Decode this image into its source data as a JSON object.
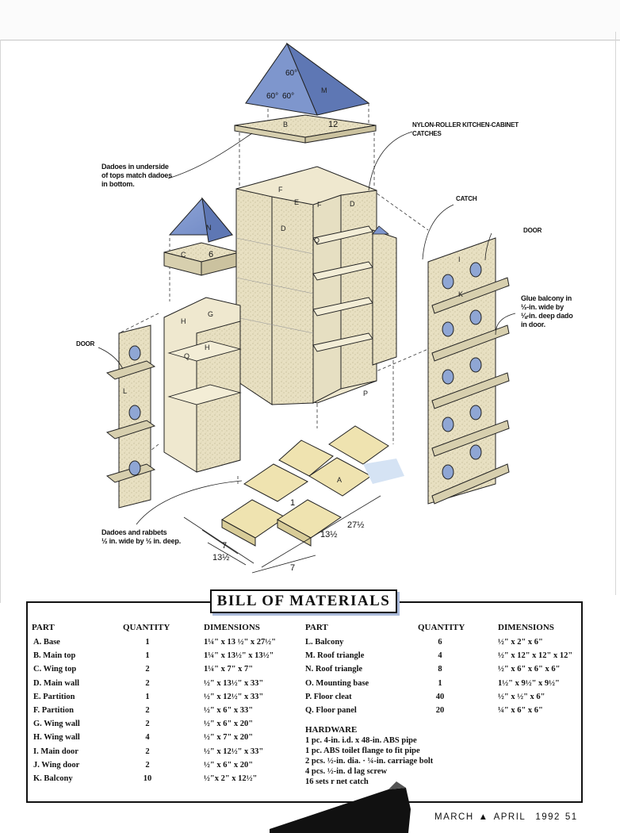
{
  "callouts": {
    "dadoes_top": [
      "Dadoes in underside",
      "of tops match dadoes",
      "in bottom."
    ],
    "nylon": [
      "NYLON-ROLLER KITCHEN-CABINET",
      "CATCHES"
    ],
    "catch": "CATCH",
    "door_right": "DOOR",
    "door_left": "DOOR",
    "glue": [
      "Glue balcony in",
      "½-in. wide by",
      "⅛-in. deep dado",
      "in door."
    ],
    "dadoes_rabbets": [
      "Dadoes and rabbets",
      "½ in. wide by ½ in. deep."
    ]
  },
  "dimensions": {
    "roof_12": "12",
    "wing_6": "6",
    "angle_top": "60°",
    "angle_left": "60°",
    "angle_right": "60°",
    "base_1": "1",
    "base_27": "27½",
    "base_13a": "13½",
    "base_13b": "13½",
    "base_7a": "7",
    "base_7b": "7"
  },
  "part_letters": [
    "M",
    "B",
    "N",
    "C",
    "F",
    "E",
    "F",
    "D",
    "D",
    "Q",
    "H",
    "G",
    "H",
    "Q",
    "I",
    "K",
    "L",
    "P",
    "A"
  ],
  "bom": {
    "title": "BILL OF MATERIALS",
    "headers": {
      "part": "PART",
      "quantity": "QUANTITY",
      "dimensions": "DIMENSIONS"
    },
    "left": [
      {
        "part": "A. Base",
        "qty": "1",
        "dims": "1¼\" x 13 ½\" x 27½\""
      },
      {
        "part": "B. Main top",
        "qty": "1",
        "dims": "1¼\" x 13½\" x 13½\""
      },
      {
        "part": "C. Wing top",
        "qty": "2",
        "dims": "1¼\" x 7\" x 7\""
      },
      {
        "part": "D. Main wall",
        "qty": "2",
        "dims": "½\" x 13½\" x 33\""
      },
      {
        "part": "E. Partition",
        "qty": "1",
        "dims": "½\" x 12½\" x 33\""
      },
      {
        "part": "F. Partition",
        "qty": "2",
        "dims": "½\" x 6\" x 33\""
      },
      {
        "part": "G. Wing wall",
        "qty": "2",
        "dims": "½\" x 6\" x 20\""
      },
      {
        "part": "H. Wing wall",
        "qty": "4",
        "dims": "½\" x 7\" x 20\""
      },
      {
        "part": "I.  Main door",
        "qty": "2",
        "dims": "½\" x 12½\" x 33\""
      },
      {
        "part": "J.  Wing door",
        "qty": "2",
        "dims": "½\" x 6\" x 20\""
      },
      {
        "part": "K. Balcony",
        "qty": "10",
        "dims": "½\"x 2\" x 12½\""
      }
    ],
    "right": [
      {
        "part": "L. Balcony",
        "qty": "6",
        "dims": "½\" x 2\" x 6\""
      },
      {
        "part": "M. Roof triangle",
        "qty": "4",
        "dims": "½\" x 12\" x 12\" x 12\""
      },
      {
        "part": "N. Roof triangle",
        "qty": "8",
        "dims": "½\" x 6\" x 6\" x 6\""
      },
      {
        "part": "O. Mounting base",
        "qty": "1",
        "dims": "1½\" x 9½\" x 9½\""
      },
      {
        "part": "P. Floor cleat",
        "qty": "40",
        "dims": "½\" x ½\" x 6\""
      },
      {
        "part": "Q. Floor panel",
        "qty": "20",
        "dims": "¼\" x 6\" x 6\""
      }
    ],
    "hardware_title": "HARDWARE",
    "hardware": [
      "1 pc. 4-in. i.d. x 48-in. ABS pipe",
      "1 pc. ABS toilet flange to fit pipe",
      "2 pcs. ½-in. dia. · ¼-in. carriage bolt",
      "4 pcs. ½-in. d          lag screw",
      "16 sets r                   net catch"
    ]
  },
  "folio": {
    "month1": "MARCH",
    "sep": "▲",
    "month2": "APRIL",
    "year": "1992",
    "page": "51"
  }
}
